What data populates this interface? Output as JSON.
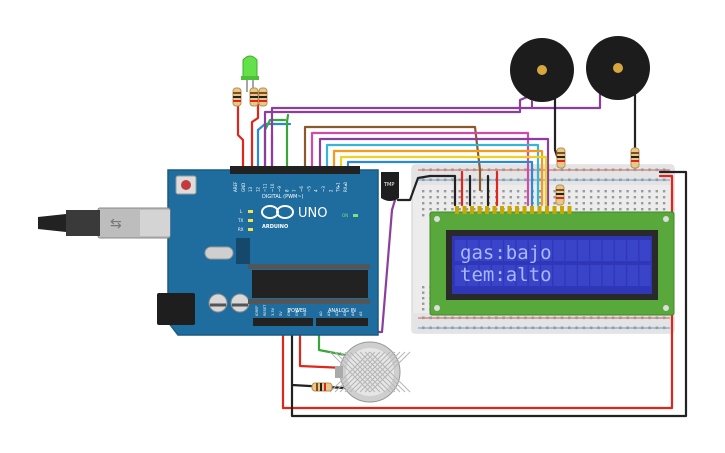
{
  "colors": {
    "board": "#1f6d9e",
    "board_edge": "#195b84",
    "lcd_pcb": "#58a83c",
    "lcd_screen": "#2f36b8",
    "lcd_text": "#a8b8ff",
    "breadboard": "#eeeeee",
    "wire_red": "#e0251c",
    "wire_black": "#222222",
    "wire_green": "#3aa53a",
    "wire_purple": "#8a3f9e",
    "wire_orange": "#f39a1f",
    "wire_yellow": "#f0d020",
    "wire_blue": "#2b8ad6",
    "wire_brown": "#8a5a2b",
    "wire_cyan": "#36b6d6",
    "wire_pink": "#d24aa8"
  },
  "arduino": {
    "logo": "UNO",
    "brand": "ARDUINO",
    "digital_header": "DIGITAL (PWM~)",
    "power_header": "POWER",
    "analog_header": "ANALOG IN",
    "aref": "AREF",
    "gnd": "GND",
    "pins_digital": [
      "13",
      "12",
      "~11",
      "~10",
      "~9",
      "8",
      "7",
      "~6",
      "~5",
      "4",
      "~3",
      "2",
      "TX▸1",
      "RX◂0"
    ],
    "tx": "TX",
    "rx": "RX",
    "l": "L",
    "on": "ON",
    "power_pins": [
      "IOREF",
      "RESET",
      "3.3V",
      "5V",
      "GND",
      "GND",
      "Vin"
    ],
    "analog_pins": [
      "A0",
      "A1",
      "A2",
      "A3",
      "A4",
      "A5"
    ]
  },
  "temp_sensor": {
    "label": "TMP"
  },
  "lcd": {
    "line1": "gas:bajo",
    "line2": "tem:alto"
  },
  "buzzers": [
    {
      "id": "buzzer-1"
    },
    {
      "id": "buzzer-2"
    }
  ],
  "led": {
    "color": "#63e04a"
  },
  "gas_sensor": {
    "id": "gas-sensor"
  }
}
